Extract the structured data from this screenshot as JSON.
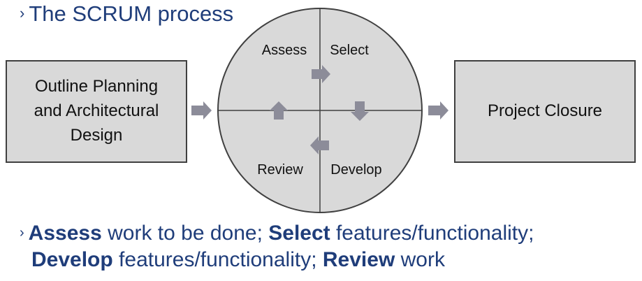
{
  "title": "The SCRUM process",
  "title_marker": "›",
  "left_box": "Outline Planning\nand Architectural\nDesign",
  "right_box": "Project Closure",
  "quadrants": {
    "assess": "Assess",
    "select": "Select",
    "review": "Review",
    "develop": "Develop"
  },
  "bullet": {
    "marker": "›",
    "w1": "Assess",
    "t1": " work to be done; ",
    "w2": "Select",
    "t2": " features/functionality;",
    "w3": "Develop",
    "t3": " features/functionality; ",
    "w4": "Review",
    "t4": " work"
  },
  "colors": {
    "text_blue": "#1f3d7a",
    "box_fill": "#d9d9d9",
    "arrow": "#8c8c99"
  }
}
